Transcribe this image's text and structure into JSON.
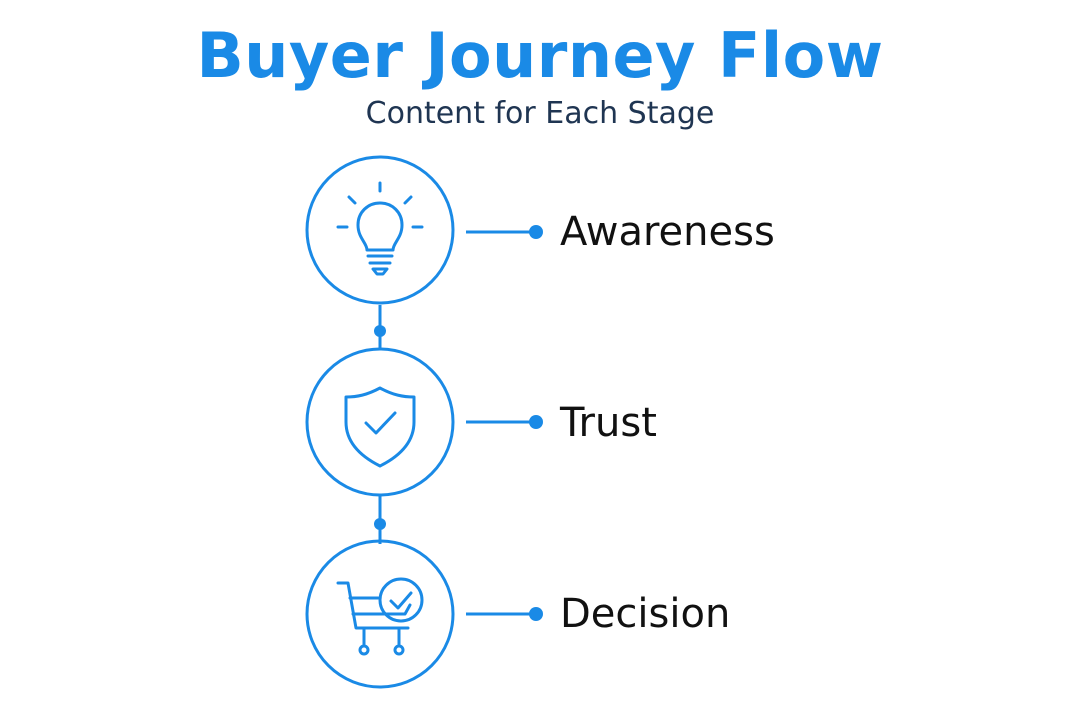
{
  "header": {
    "title": "Buyer Journey Flow",
    "subtitle": "Content for Each Stage"
  },
  "stages": [
    {
      "label": "Awareness",
      "icon": "lightbulb-icon"
    },
    {
      "label": "Trust",
      "icon": "shield-check-icon"
    },
    {
      "label": "Decision",
      "icon": "cart-check-icon"
    }
  ],
  "colors": {
    "accent": "#1a8ae6",
    "subtitle": "#1f3552",
    "label": "#111111",
    "background": "#ffffff"
  }
}
